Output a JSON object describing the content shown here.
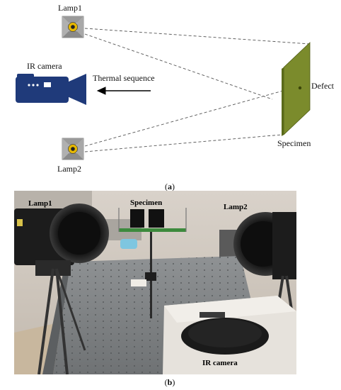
{
  "panel_a": {
    "lamp1_label": "Lamp1",
    "lamp2_label": "Lamp2",
    "camera_label": "IR camera",
    "arrow_label": "Thermal sequence",
    "defect_label": "Defect",
    "specimen_label": "Specimen",
    "caption_open": "(",
    "caption_letter": "a",
    "caption_close": ")",
    "colors": {
      "camera": "#1f3a7a",
      "specimen_face": "#7a8a2a",
      "specimen_edge": "#5a6a1a",
      "lamp_body": "#bdbdbd",
      "lamp_bulb": "#e0b000"
    }
  },
  "panel_b": {
    "lamp1_label": "Lamp1",
    "specimen_label": "Specimen",
    "lamp2_label": "Lamp2",
    "camera_label": "IR camera",
    "caption_open": "(",
    "caption_letter": "b",
    "caption_close": ")"
  }
}
